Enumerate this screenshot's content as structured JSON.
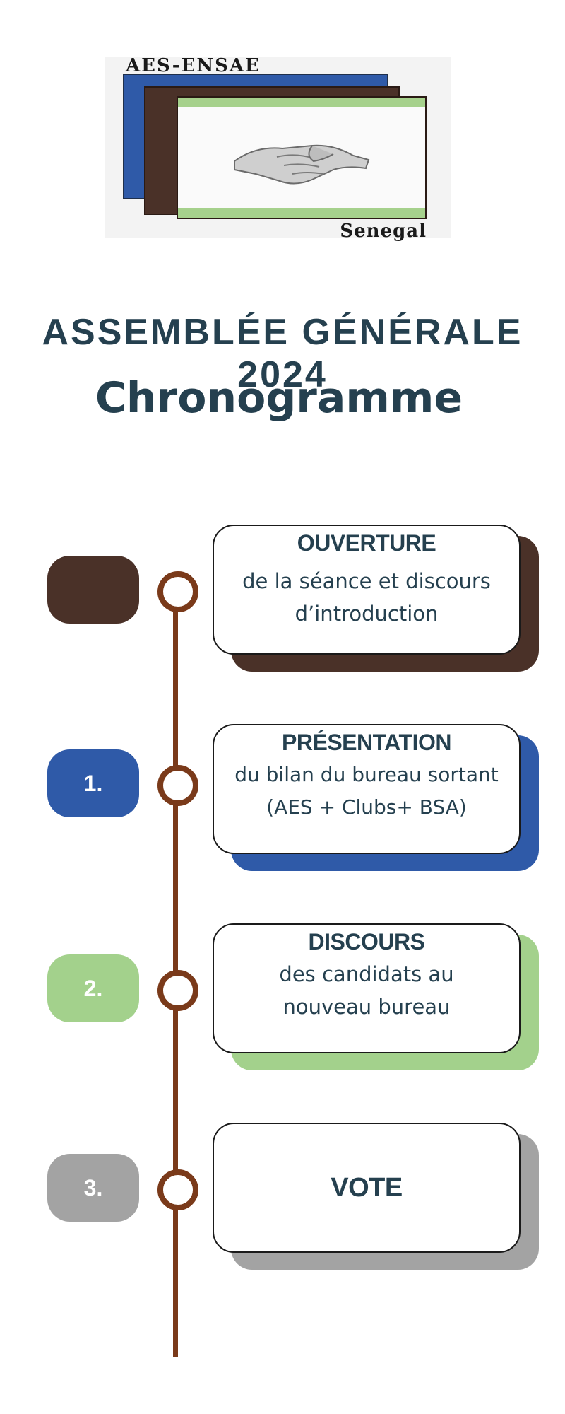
{
  "logo": {
    "top_text": "AES-ENSAE",
    "bottom_text": "Senegal"
  },
  "header": {
    "title": "ASSEMBLÉE GÉNÉRALE 2024",
    "subtitle": "Chronogramme"
  },
  "timeline": {
    "items": [
      {
        "number": "",
        "heading": "OUVERTURE",
        "text": "de la séance et discours\nd’introduction",
        "color": "#4a3128"
      },
      {
        "number": "1.",
        "heading": "PRÉSENTATION",
        "text": "du bilan du bureau sortant\n(AES + Clubs+ BSA)",
        "color": "#2f5aa8"
      },
      {
        "number": "2.",
        "heading": "DISCOURS",
        "text": "des candidats au\nnouveau bureau",
        "color": "#a3d18c"
      },
      {
        "number": "3.",
        "heading": "VOTE",
        "text": "",
        "color": "#a3a3a3"
      }
    ]
  },
  "colors": {
    "line": "#7a3a1a",
    "title": "#25404f"
  }
}
